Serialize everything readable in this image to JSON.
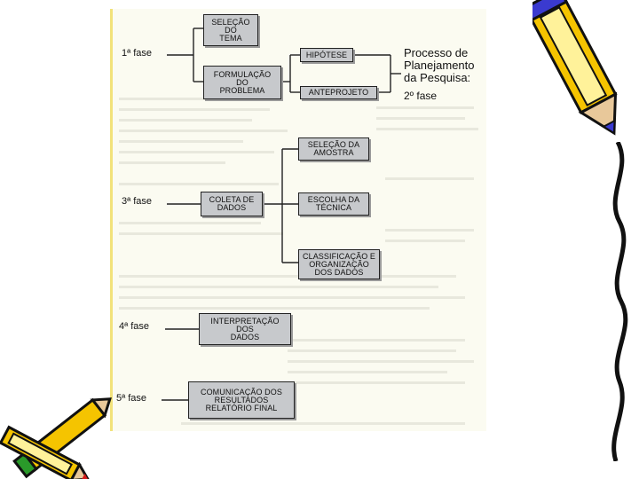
{
  "phases": {
    "p1": "1ª fase",
    "p2": "2º fase",
    "p3": "3ª fase",
    "p4": "4ª fase",
    "p5": "5ª fase"
  },
  "boxes": {
    "selecao_tema": "SELEÇÃO\nDO\nTEMA",
    "formulacao_problema": "FORMULAÇÃO\nDO\nPROBLEMA",
    "hipotese": "HIPÓTESE",
    "anteprojeto": "ANTEPROJETO",
    "coleta_dados": "COLETA DE\nDADOS",
    "selecao_amostra": "SELEÇÃO DA\nAMOSTRA",
    "escolha_tecnica": "ESCOLHA DA\nTÉCNICA",
    "classificacao": "CLASSIFICAÇÃO E\nORGANIZAÇÃO\nDOS DADOS",
    "interpretacao": "INTERPRETAÇÃO\nDOS\nDADOS",
    "comunicacao": "COMUNICAÇÃO DOS\nRESULTADOS\nRELATÓRIO FINAL"
  },
  "process_label": "Processo de\nPlanejamento\nda Pesquisa:",
  "colors": {
    "box_fill": "#c7c9cc",
    "paper": "#fbfbf1",
    "pencil_yellow": "#f5c400",
    "pencil_blue": "#3a3ad0",
    "pencil_red": "#d61a1a"
  }
}
